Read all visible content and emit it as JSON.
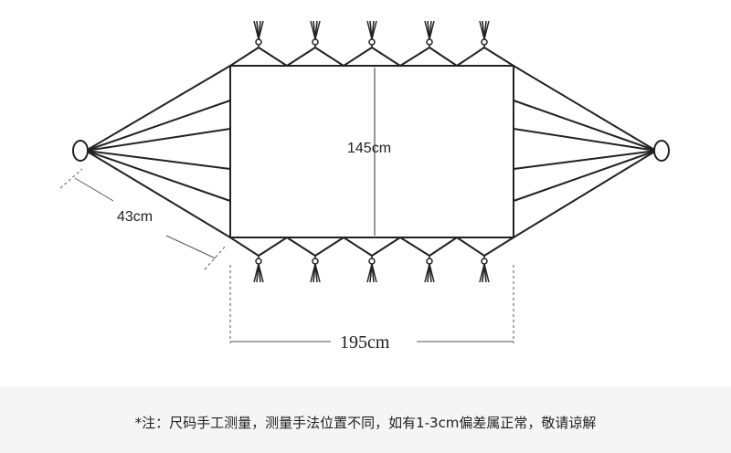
{
  "dimensions": {
    "height_label": "145cm",
    "width_label": "195cm",
    "rope_label": "43cm"
  },
  "caption": "*注：尺码手工测量，测量手法位置不同，如有1-3cm偏差属正常，敬请谅解",
  "colors": {
    "line": "#222222",
    "dim_line": "#555555",
    "background": "#ffffff",
    "caption_band": "#f5f5f5"
  }
}
